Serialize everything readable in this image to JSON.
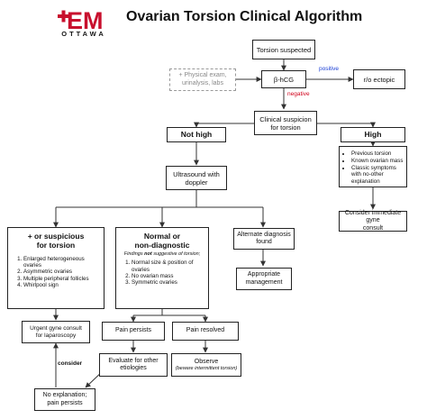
{
  "header": {
    "logo_mark": "EM",
    "logo_text": "OTTAWA",
    "title": "Ovarian Torsion Clinical Algorithm",
    "brand_red": "#c8102e"
  },
  "nodes": {
    "torsion_suspected": "Torsion suspected",
    "workup": [
      "+ Physical exam,",
      "urinalysis, labs"
    ],
    "bhcg": "β-hCG",
    "ro_ectopic": "r/o ectopic",
    "clinical_suspicion": [
      "Clinical suspicion",
      "for torsion"
    ],
    "not_high": "Not high",
    "high": "High",
    "high_list": [
      "Previous torsion",
      "Known ovarian mass",
      "Classic symptoms with no-other explanation"
    ],
    "consider_gyne": [
      "Consider immediate gyne",
      "consult"
    ],
    "ultrasound": [
      "Ultrasound with",
      "doppler"
    ],
    "suspicious_title": [
      "+ or suspicious",
      "for torsion"
    ],
    "suspicious_list": [
      "Enlarged heterogeneous ovaries",
      "Asymmetric ovaries",
      "Multiple peripheral follicles",
      "Whirlpool sign"
    ],
    "normal_title": [
      "Normal or",
      "non-diagnostic"
    ],
    "normal_note_pre": "Findings ",
    "normal_note_bold": "not",
    "normal_note_post": " suggestive of torsion;",
    "normal_list": [
      "Normal size & position of ovaries",
      "No ovarian mass",
      "Symmetric ovaries"
    ],
    "alt_dx": [
      "Alternate diagnosis",
      "found"
    ],
    "appropriate_mgmt": [
      "Appropriate",
      "management"
    ],
    "urgent_gyne": [
      "Urgent gyne consult",
      "for laparoscopy"
    ],
    "pain_persists": "Pain persists",
    "pain_resolved": "Pain resolved",
    "evaluate_other": [
      "Evaluate for other",
      "etiologies"
    ],
    "observe": "Observe",
    "observe_note": "(beware intermittent torsion)",
    "no_explanation": [
      "No explanation;",
      "pain persists"
    ]
  },
  "edge_labels": {
    "positive": "positive",
    "negative": "negative",
    "consider": "consider"
  },
  "colors": {
    "positive": "#1a3fd6",
    "negative": "#d0021b",
    "line": "#333333"
  }
}
